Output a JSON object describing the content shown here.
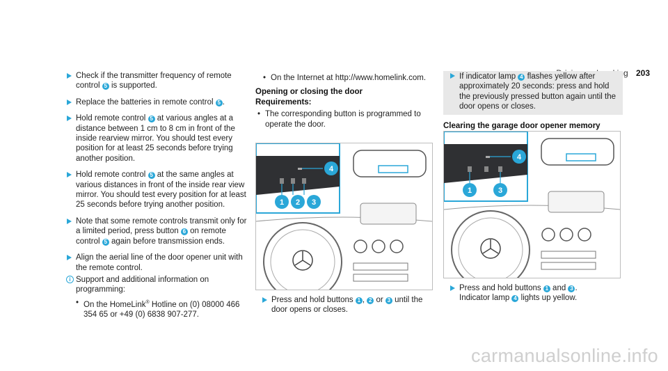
{
  "header": {
    "title": "Driving and parking",
    "page": "203"
  },
  "col1": {
    "step1": {
      "a": "Check if the transmitter frequency of remote control",
      "n": "5",
      "b": "is supported."
    },
    "step2": {
      "a": "Replace the batteries in remote control",
      "n": "5",
      "b": "."
    },
    "step3": {
      "a": "Hold remote control",
      "n": "5",
      "b": "at various angles at a distance between 1 cm to 8 cm in front of the inside rearview mirror. You should test every position for at least 25 seconds before trying another position."
    },
    "step4": {
      "a": "Hold remote control",
      "n": "5",
      "b": "at the same angles at various distances in front of the inside rear view mirror. You should test every position for at least 25 seconds before trying another position."
    },
    "step5": {
      "a": "Note that some remote controls transmit only for a limited period, press button",
      "n1": "6",
      "b": "on remote control",
      "n2": "5",
      "c": "again before transmission ends."
    },
    "step6": {
      "text": "Align the aerial line of the door opener unit with the remote control."
    },
    "info": {
      "text": "Support and additional information on programming:"
    },
    "bullet": {
      "a": "On the HomeLink",
      "sup": "®",
      "b": " Hotline on (0) 08000 466 354 65 or +49 (0) 6838 907-277."
    }
  },
  "col2": {
    "bullet": {
      "text": "On the Internet at http://www.homelink.com."
    },
    "heading": "Opening or closing the door",
    "req_label": "Requirements:",
    "req_bullet": "The corresponding button is programmed to operate the door.",
    "step": {
      "a": "Press and hold buttons",
      "n1": "1",
      "sep1": ",",
      "n2": "2",
      "sep2": "or",
      "n3": "3",
      "b": "until the door opens or closes."
    },
    "callouts": [
      "4",
      "1",
      "2",
      "3"
    ]
  },
  "col3": {
    "step1": {
      "a": "If indicator lamp",
      "n": "4",
      "b": "flashes yellow after approximately 20 seconds: press and hold the previously pressed button again until the door opens or closes."
    },
    "heading": "Clearing the garage door opener memory",
    "step2": {
      "a": "Press and hold buttons",
      "n1": "1",
      "and": "and",
      "n2": "3",
      "b": ".",
      "c": "Indicator lamp",
      "n3": "4",
      "d": "lights up yellow."
    },
    "callouts": [
      "4",
      "1",
      "3"
    ]
  },
  "footer": {
    "watermark": "carmanualsonline.info"
  },
  "colors": {
    "accent": "#2aa7d8",
    "callout": "#2aa7d8",
    "inset_bg": "#2f3033",
    "inset_border": "#2aa7d8"
  }
}
